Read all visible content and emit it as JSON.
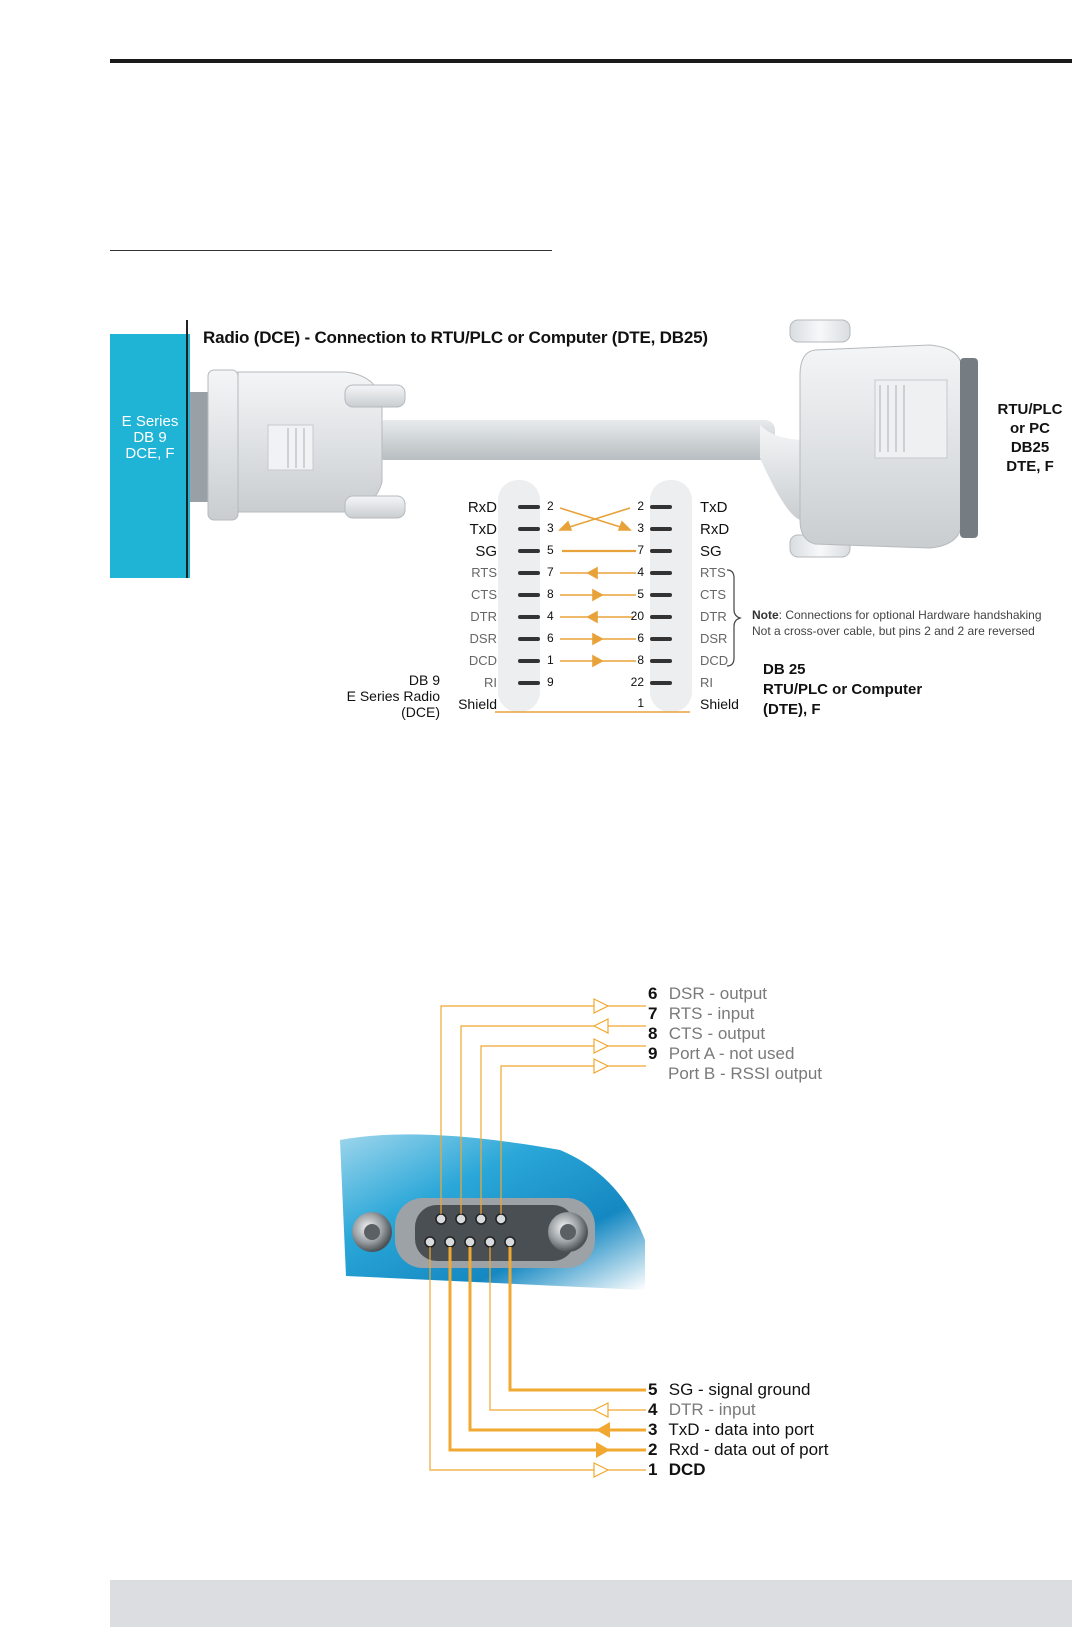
{
  "cable_diagram": {
    "title": "Radio (DCE) - Connection to RTU/PLC or Computer (DTE, DB25)",
    "radio_panel_label": [
      "E Series",
      "DB 9",
      "DCE, F"
    ],
    "rtu_label": [
      "RTU/PLC",
      "or PC",
      "DB25",
      "DTE, F"
    ],
    "db9_caption": [
      "DB 9",
      "E Series Radio",
      "(DCE)"
    ],
    "db25_caption": [
      "DB 25",
      "RTU/PLC or Computer",
      "(DTE), F"
    ],
    "note_label": "Note",
    "note_line1": ": Connections for optional Hardware handshaking",
    "note_line2": "Not a cross-over cable, but pins 2 and 2 are reversed",
    "wiring": [
      {
        "left_signal": "RxD",
        "left_pin": "2",
        "right_pin": "2",
        "right_signal": "TxD"
      },
      {
        "left_signal": "TxD",
        "left_pin": "3",
        "right_pin": "3",
        "right_signal": "RxD"
      },
      {
        "left_signal": "SG",
        "left_pin": "5",
        "right_pin": "7",
        "right_signal": "SG"
      },
      {
        "left_signal": "RTS",
        "left_pin": "7",
        "right_pin": "4",
        "right_signal": "RTS"
      },
      {
        "left_signal": "CTS",
        "left_pin": "8",
        "right_pin": "5",
        "right_signal": "CTS"
      },
      {
        "left_signal": "DTR",
        "left_pin": "4",
        "right_pin": "20",
        "right_signal": "DTR"
      },
      {
        "left_signal": "DSR",
        "left_pin": "6",
        "right_pin": "6",
        "right_signal": "DSR"
      },
      {
        "left_signal": "DCD",
        "left_pin": "1",
        "right_pin": "8",
        "right_signal": "DCD"
      },
      {
        "left_signal": "RI",
        "left_pin": "9",
        "right_pin": "22",
        "right_signal": "RI"
      },
      {
        "left_signal": "Shield",
        "left_pin": "",
        "right_pin": "1",
        "right_signal": "Shield"
      }
    ]
  },
  "pinout_diagram": {
    "top_pins": [
      {
        "num": "6",
        "text": "DSR - output"
      },
      {
        "num": "7",
        "text": "RTS - input"
      },
      {
        "num": "8",
        "text": "CTS - output"
      },
      {
        "num": "9",
        "text": "Port A - not used"
      }
    ],
    "pin9_extra": "Port B - RSSI output",
    "bottom_pins": [
      {
        "num": "5",
        "text": "SG - signal ground"
      },
      {
        "num": "4",
        "text": "DTR - input"
      },
      {
        "num": "3",
        "text": "TxD - data into port"
      },
      {
        "num": "2",
        "text": "Rxd - data out of port"
      },
      {
        "num": "1",
        "text": "DCD"
      }
    ]
  },
  "colors": {
    "cyan": "#1fb3d6",
    "orange": "#f0a830",
    "connector": "#e6e8ea"
  }
}
